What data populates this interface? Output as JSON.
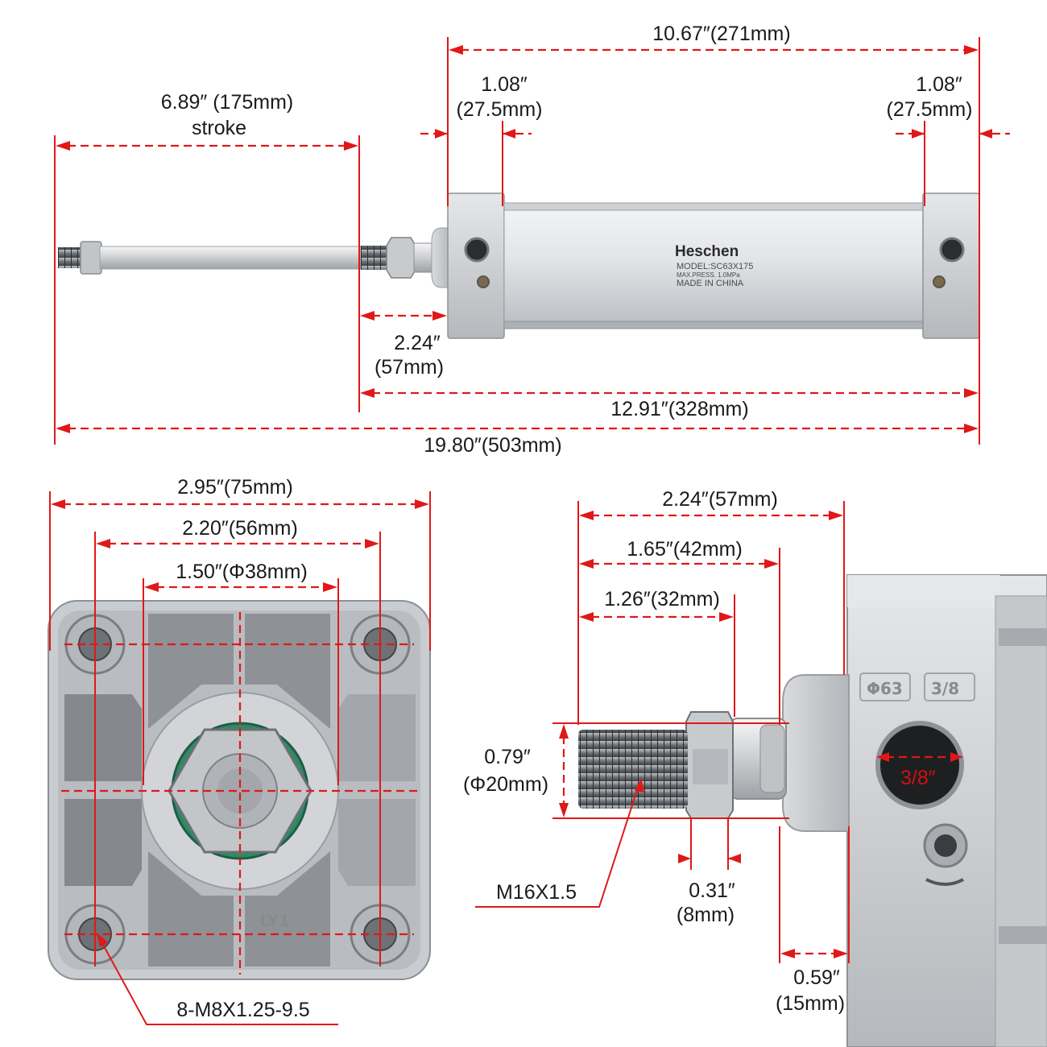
{
  "colors": {
    "dimension_line": "#e01818",
    "body_metal": "#c9ccd0",
    "rod": "#d8dadd",
    "seal": "#2f8a64"
  },
  "icons": [
    "pneumatic-cylinder-side-view",
    "cylinder-end-face-view",
    "piston-rod-end-detail"
  ],
  "product": {
    "brand": "Heschen",
    "model": "MODEL:SC63X175",
    "pressure": "MAX.PRESS. 1.0MPa",
    "origin": "MADE IN CHINA",
    "bore_stamp": "Φ63",
    "port_stamp": "3/8",
    "face_stamp": "LY1"
  },
  "side_view": {
    "stroke_label": "6.89″ (175mm)",
    "stroke_word": "stroke",
    "body_length_label": "10.67″(271mm)",
    "end_cap_left_in": "1.08″",
    "end_cap_left_mm": "(27.5mm)",
    "end_cap_right_in": "1.08″",
    "end_cap_right_mm": "(27.5mm)",
    "rod_extension_in": "2.24″",
    "rod_extension_mm": "(57mm)",
    "retracted_length_label": "12.91″(328mm)",
    "total_length_label": "19.80″(503mm)"
  },
  "end_view": {
    "width_label": "2.95″(75mm)",
    "bolt_spacing_label": "2.20″(56mm)",
    "boss_diameter_label": "1.50″(Φ38mm)",
    "mounting_thread_label": "8-M8X1.25-9.5"
  },
  "rod_detail": {
    "front_length_label": "2.24″(57mm)",
    "rod_to_boss_label": "1.65″(42mm)",
    "thread_length_label": "1.26″(32mm)",
    "thread_dia_in": "0.79″",
    "thread_dia_mm": "(Φ20mm)",
    "thread_spec": "M16X1.5",
    "nut_thickness_in": "0.31″",
    "nut_thickness_mm": "(8mm)",
    "boss_length_in": "0.59″",
    "boss_length_mm": "(15mm)",
    "port_size": "3/8″"
  }
}
